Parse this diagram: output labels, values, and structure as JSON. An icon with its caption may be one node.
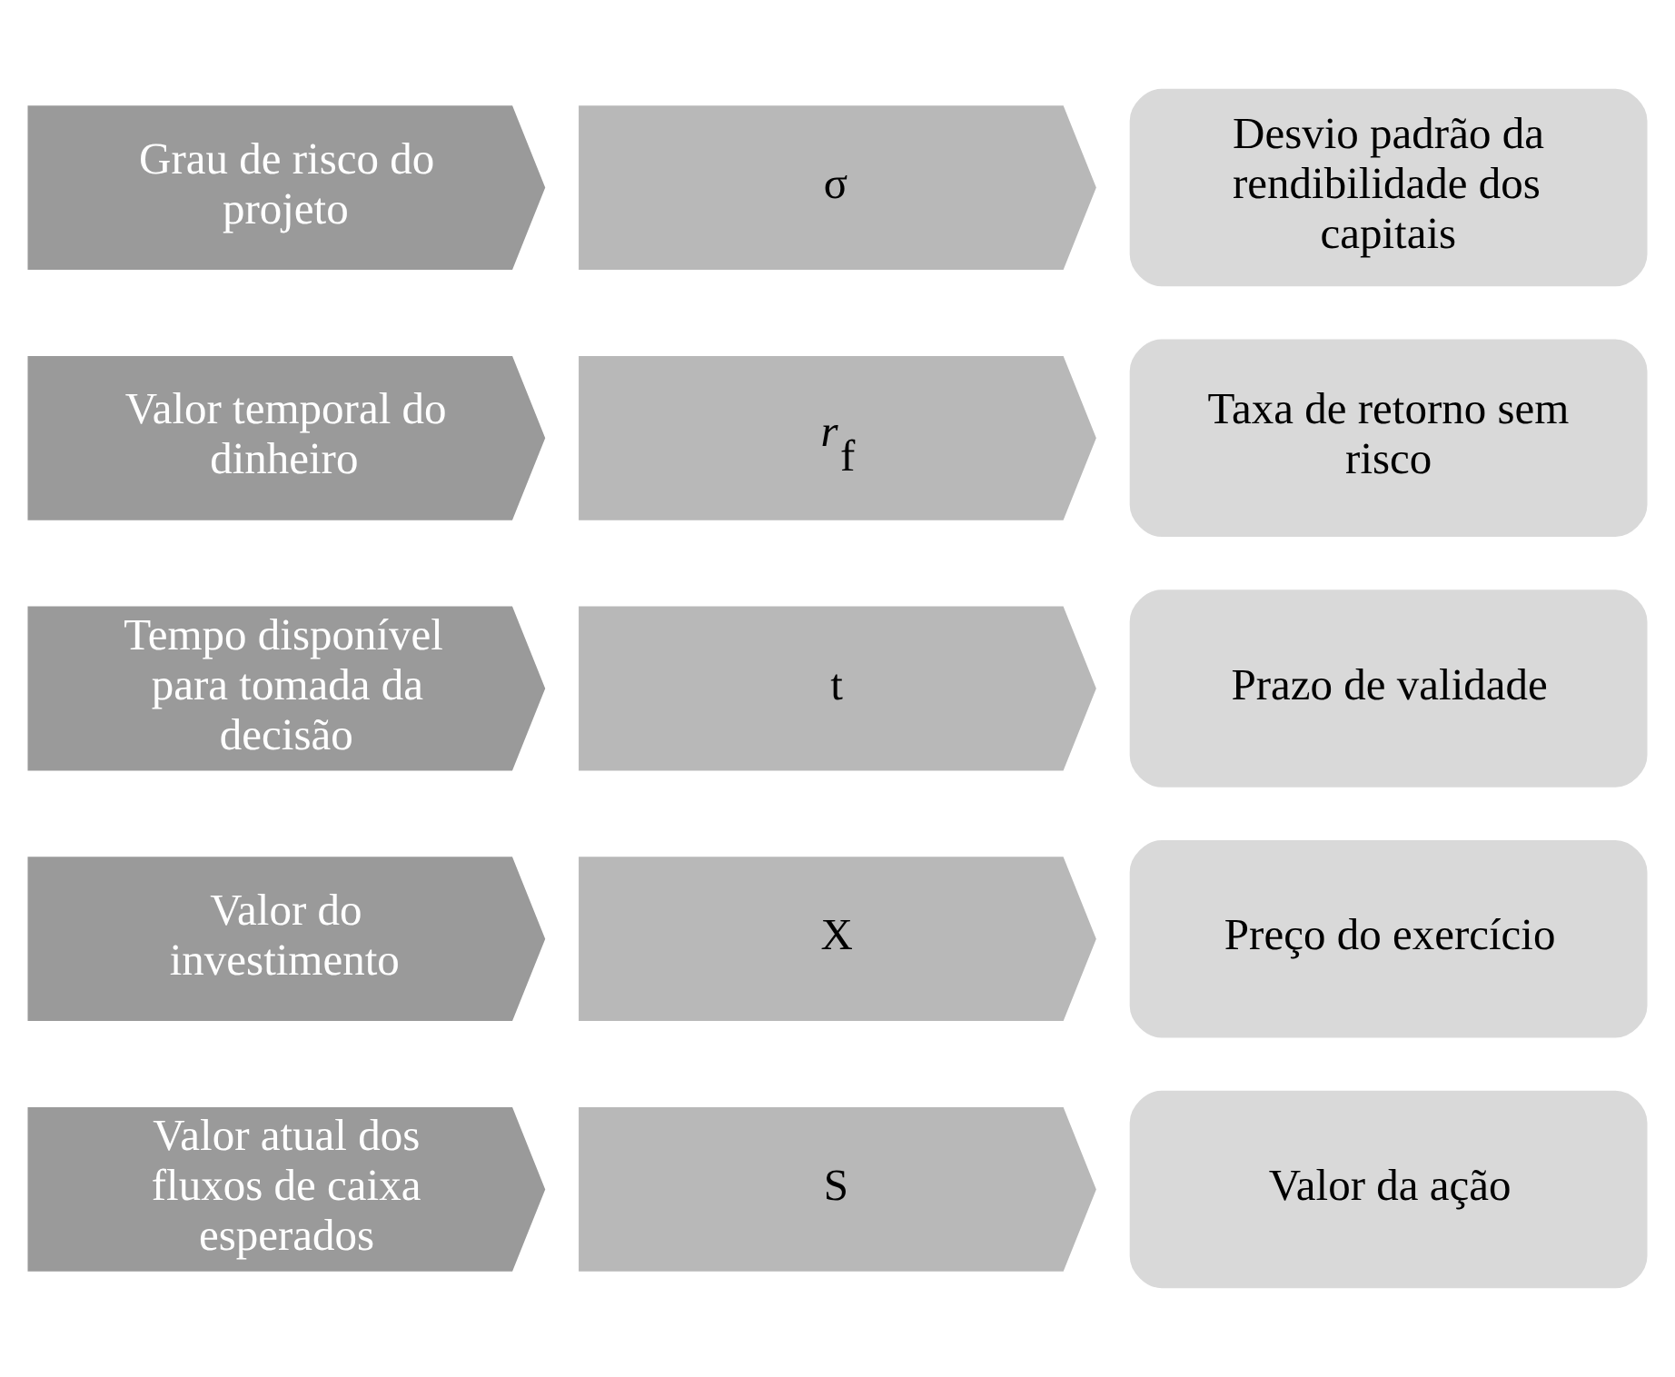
{
  "diagram": {
    "nodes": [
      {
        "text": [
          "Valor atual dos fluxos de caixa esperados"
        ]
      },
      {
        "text": [
          "S"
        ]
      },
      {
        "text": [
          "Valor da ação"
        ]
      },
      {
        "text": [
          "Valor do investimento"
        ]
      },
      {
        "text": [
          "X"
        ]
      },
      {
        "text": [
          "Preço do exercício"
        ]
      },
      {
        "text": [
          "Tempo disponível para tomada da decisão"
        ]
      },
      {
        "text": [
          "t"
        ]
      },
      {
        "text": [
          "Prazo de validade"
        ]
      },
      {
        "text": [
          "Valor temporal do dinheiro"
        ]
      },
      {
        "text": [
          "*r*$_{f}$"
        ]
      },
      {
        "text": [
          "Taxa de retorno sem risco"
        ]
      },
      {
        "text": [
          "Grau de risco do projeto"
        ]
      },
      {
        "text": [
          "σ"
        ]
      },
      {
        "text": [
          "Desvio padrão da rendibilidade dos capitais"
        ]
      }
    ]
  }
}
